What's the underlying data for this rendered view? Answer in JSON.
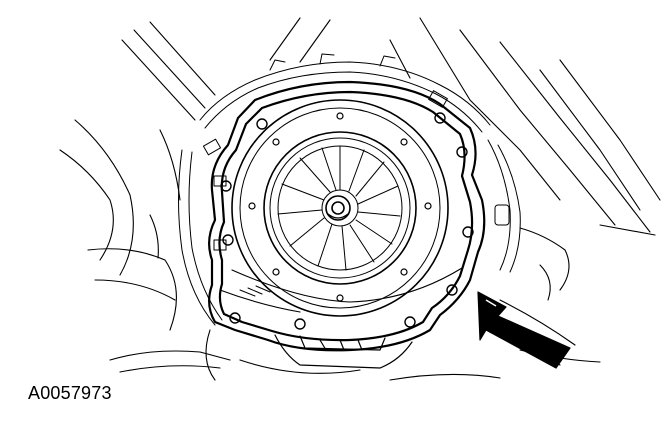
{
  "figure": {
    "id_label": "A0057973",
    "subject": "clutch-pressure-plate-and-bellhousing",
    "callout": "arrow-indicator",
    "line_color": "#000000",
    "background": "#ffffff"
  }
}
